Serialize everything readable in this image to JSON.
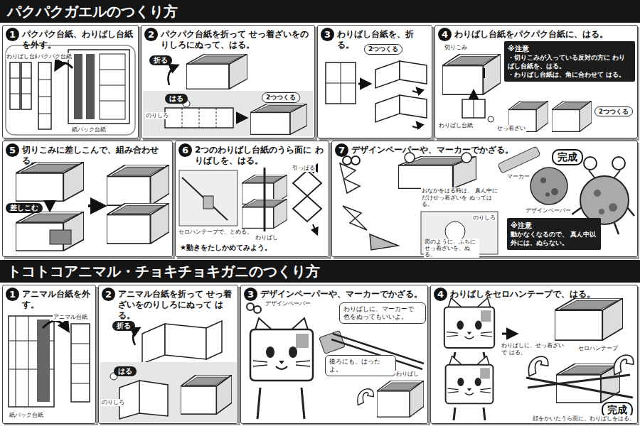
{
  "diagram": {
    "nodes": [
      {
        "text": [
          "パクパクガエルのつくり方"
        ]
      },
      {
        "text": [
          "1",
          "パクパク台紙、わりばし台紙を外す。"
        ]
      },
      {
        "text": [
          "2",
          "パクパク台紙を折って せっ着ざいをのりしろにぬって、はる。"
        ]
      },
      {
        "text": [
          "3",
          "わりばし台紙を、折る。"
        ]
      },
      {
        "text": [
          "4",
          "わりばし台紙をパクパク台紙に、はる。"
        ]
      },
      {
        "text": [
          "※注意",
          "・切りこみが入っている反対の方に わりばし台紙を、はる。",
          "・わりばし台紙は、角に合わせて はる。"
        ],
        "in": 4
      },
      {
        "text": [
          "5",
          "切りこみに差しこんで、組み合わせる。"
        ]
      },
      {
        "text": [
          "6",
          "2つのわりばし台紙のうら面に わりばしを、はる。"
        ]
      },
      {
        "text": [
          "7",
          "デザインペーパーや、マーカーでかざる。"
        ]
      },
      {
        "text": [
          "※注意",
          "動かなくなるので、 真ん中以外には、ぬらない。"
        ],
        "in": 8
      },
      {
        "text": [
          "トコトコアニマル・チョキチョキガニのつくり方"
        ]
      },
      {
        "text": [
          "1",
          "アニマル台紙を外す。"
        ]
      },
      {
        "text": [
          "2",
          "アニマル台紙を折って せっ着ざいをのりしろにぬって はる。"
        ]
      },
      {
        "text": [
          "3",
          "デザインペーパーや、マーカーでかざる。"
        ]
      },
      {
        "text": [
          "わりばしに、マーカーで 色をぬってもいいよ。"
        ],
        "in": 13
      },
      {
        "text": [
          "後ろにも、はったよ。"
        ],
        "in": 13
      },
      {
        "text": [
          "4",
          "わりばしをセロハンテープで、はる。"
        ]
      }
    ],
    "labels": [
      "わりばし台紙",
      "パクパク台紙",
      "紙パック台紙",
      "折る",
      "はる",
      "のりしろ",
      "2つつくる",
      "2つつくる",
      "切りこみ",
      "わりばし台紙",
      "せっ着ざい",
      "2つつくる",
      "差しこむ",
      "引っぱる",
      "セロハンテープで、とめる。",
      "わりばし",
      "★動きをたしかめてみよう。",
      "マーカー",
      "完成",
      "デザインペーパー",
      "おなかをはる時は、 真ん中にだけせっ着ざいを ぬってはる。",
      "のりしろ",
      "図のように、ふちに せっ着ざいを、ぬる。",
      "アニマル台紙",
      "紙パック台紙",
      "折る",
      "はる",
      "のりしろ",
      "デザインペーパー",
      "わりばし",
      "わりばしに、せっ着ざいで はる。",
      "セロハンテープ",
      "完成",
      "顔をかいたうら面に、わりばしをはる。"
    ]
  }
}
